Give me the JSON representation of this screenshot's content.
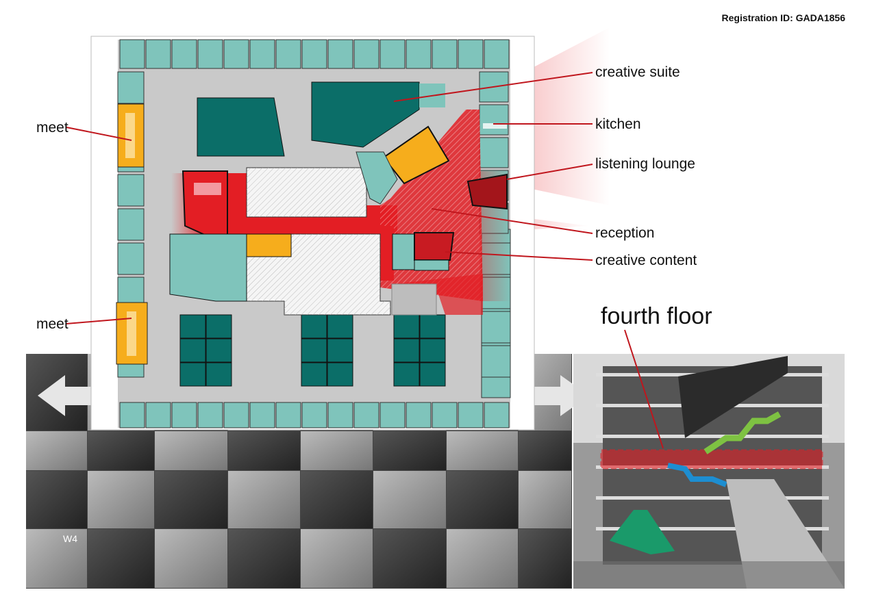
{
  "registration": "Registration ID: GADA1856",
  "labels": {
    "meet_top": "meet",
    "meet_bottom": "meet",
    "creative_suite": "creative suite",
    "kitchen": "kitchen",
    "listening_lounge": "listening lounge",
    "reception": "reception",
    "creative_content": "creative content",
    "fourth_floor": "fourth floor"
  },
  "photo_caption": "W4",
  "colors": {
    "teal_light": "#7fc4bb",
    "teal_dark": "#0b6e68",
    "red": "#e31e24",
    "dark_red": "#a3151b",
    "orange": "#f6ad1c",
    "gray": "#c9c9c9"
  }
}
